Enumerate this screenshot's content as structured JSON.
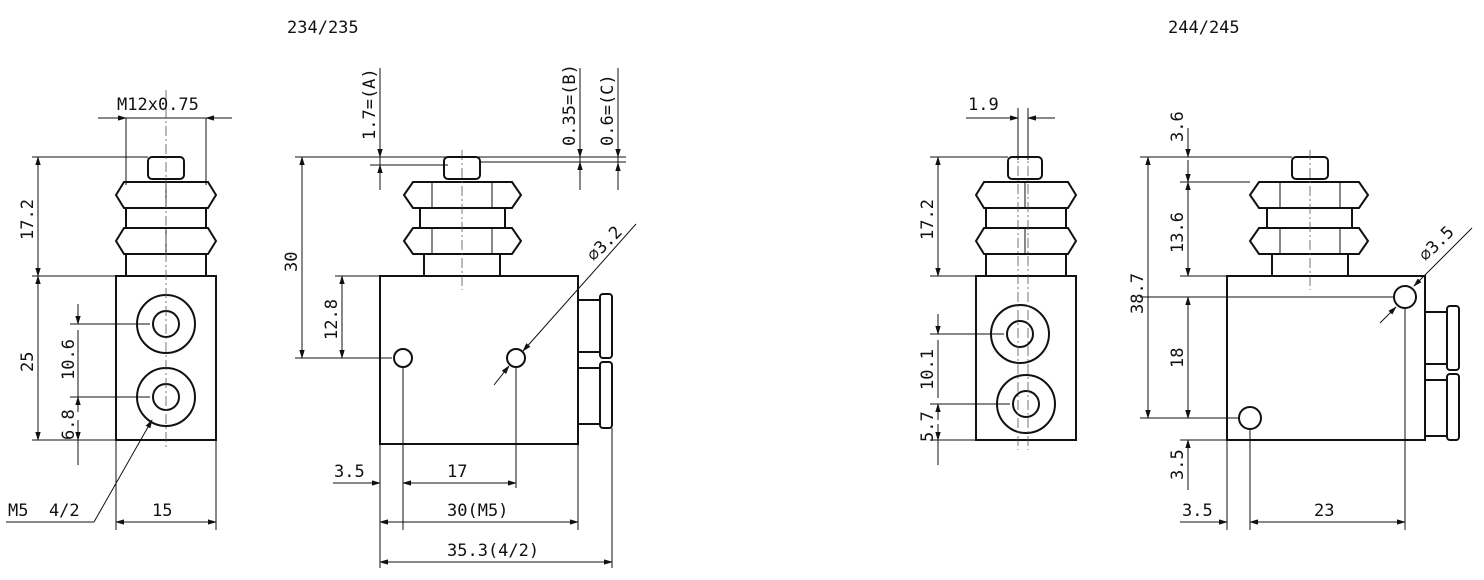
{
  "views": [
    {
      "id": "234-235",
      "title": "234/235",
      "dims": {
        "thread": "M12x0.75",
        "h_stem": "17.2",
        "h_body": "25",
        "hole_spacing": "10.6",
        "hole_offset": "6.8",
        "width": "15",
        "port": "M5  4/2",
        "stroke_a": "1.7=(A)",
        "stroke_b": "0.35=(B)",
        "stroke_c": "0.6=(C)",
        "h_total": "30",
        "h_hole": "12.8",
        "hole_dia": "⌀3.2",
        "x_hole": "3.5",
        "hole_pitch": "17",
        "len_m5": "30(M5)",
        "len_42": "35.3(4/2)"
      }
    },
    {
      "id": "244-245",
      "title": "244/245",
      "dims": {
        "pin_dia": "1.9",
        "h_stem": "17.2",
        "hole_spacing": "10.1",
        "hole_offset": "5.7",
        "h_pin": "3.6",
        "h_nut": "13.6",
        "h_total": "38.7",
        "h_hole": "18",
        "h_bottom": "3.5",
        "hole_dia": "⌀3.5",
        "x_hole": "3.5",
        "hole_pitch": "23"
      }
    }
  ]
}
